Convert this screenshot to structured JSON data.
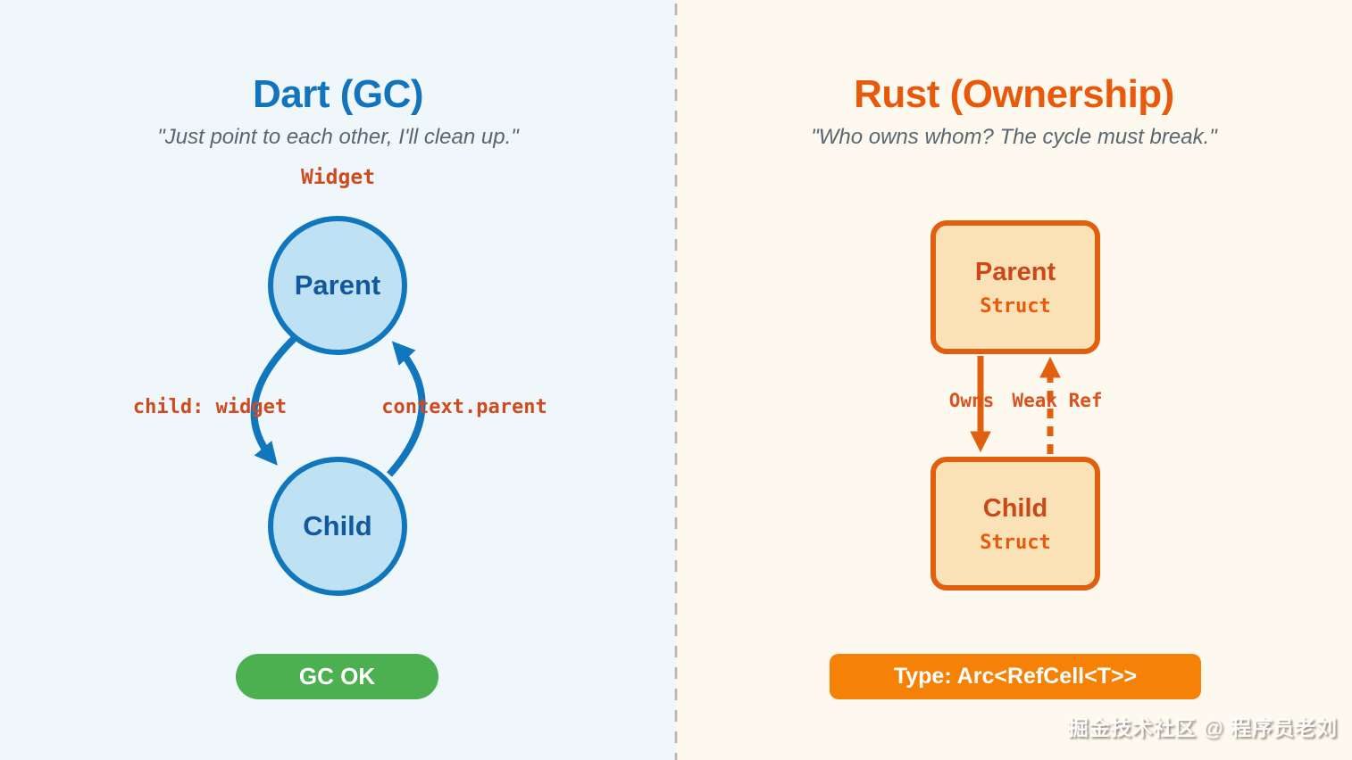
{
  "colors": {
    "left_bg": "#f0f7fb",
    "right_bg": "#fdf9ee",
    "blue_title": "#1274bd",
    "blue_stroke": "#1177bd",
    "blue_fill": "#bee1f4",
    "blue_text": "#11589c",
    "subtitle_gray": "#5a6670",
    "code_red": "#cf4a1f",
    "orange_title": "#e8590c",
    "orange_stroke": "#e06010",
    "orange_fill": "#fbe2b6",
    "orange_text": "#c9491a",
    "green_badge": "#4caf50",
    "orange_badge": "#f58206",
    "divider_gray": "#b5b5b5"
  },
  "left": {
    "title": "Dart (GC)",
    "subtitle": "\"Just point to each other, I'll clean up.\"",
    "top_label": "Widget",
    "nodes": [
      {
        "label": "Parent"
      },
      {
        "label": "Child"
      }
    ],
    "edges": [
      {
        "label": "child: widget"
      },
      {
        "label": "context.parent"
      }
    ],
    "badge": "GC OK"
  },
  "right": {
    "title": "Rust (Ownership)",
    "subtitle": "\"Who owns whom? The cycle must break.\"",
    "nodes": [
      {
        "label": "Parent",
        "type": "Struct"
      },
      {
        "label": "Child",
        "type": "Struct"
      }
    ],
    "edges": [
      {
        "label": "Owns"
      },
      {
        "label": "Weak Ref"
      }
    ],
    "badge": "Type: Arc<RefCell<T>>"
  },
  "watermark": "掘金技术社区 @ 程序员老刘"
}
